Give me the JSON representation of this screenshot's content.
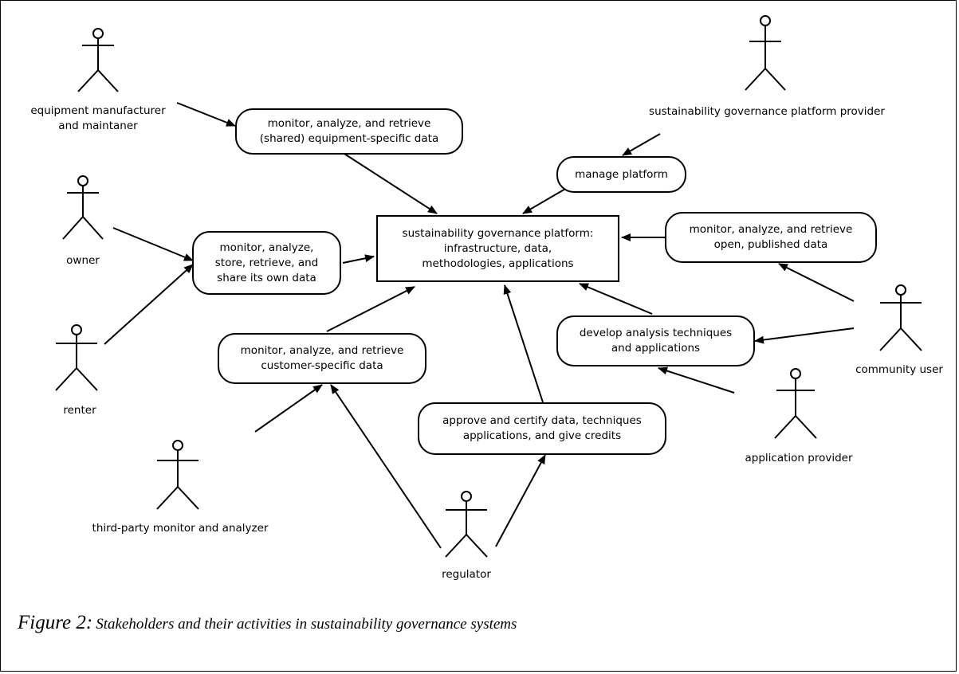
{
  "diagram": {
    "center": "sustainability governance platform:\ninfrastructure, data,\nmethodologies, applications",
    "activities": {
      "equipment_data": "monitor, analyze, and retrieve\n(shared) equipment-specific data",
      "manage_platform": "manage  platform",
      "open_data": "monitor, analyze, and retrieve\nopen, published data",
      "own_data": "monitor, analyze,\nstore, retrieve, and\nshare its own data",
      "customer_data": "monitor, analyze, and retrieve\ncustomer-specific data",
      "develop": "develop analysis techniques\nand applications",
      "approve": "approve and certify data, techniques\napplications, and give credits"
    },
    "actors": {
      "manufacturer": "equipment manufacturer\nand maintaner",
      "provider": "sustainability governance platform provider",
      "owner": "owner",
      "renter": "renter",
      "community": "community user",
      "app_provider": "application provider",
      "third_party": "third-party  monitor and analyzer",
      "regulator": "regulator"
    }
  },
  "caption": {
    "number": "Figure 2:",
    "text": "Stakeholders and their activities in sustainability governance systems"
  }
}
